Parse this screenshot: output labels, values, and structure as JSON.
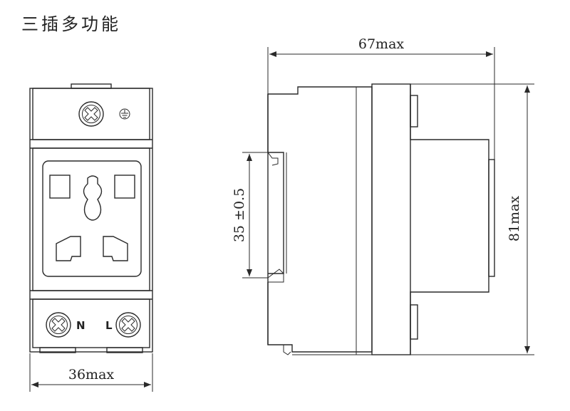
{
  "title": "三插多功能",
  "dimensions": {
    "width_front": "36max",
    "depth_side": "67max",
    "height_side": "81max",
    "rail": "35 ±0.5"
  },
  "terminal_labels": {
    "neutral": "N",
    "live": "L"
  },
  "icons": [
    "ground-symbol-icon",
    "screw-terminal-icon"
  ]
}
